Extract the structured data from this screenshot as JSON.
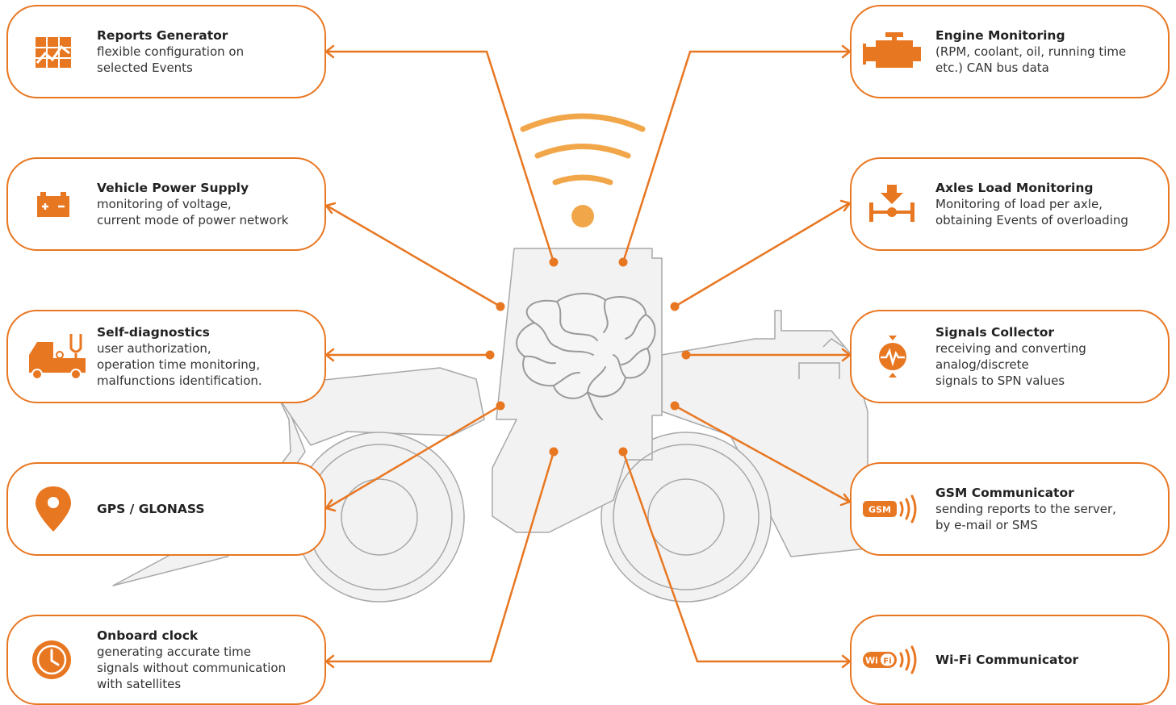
{
  "colors": {
    "accent": "#e87722",
    "wifi_signal": "#f2a64a",
    "silhouette": "#f2f2f2",
    "silhouette_stroke": "#a8a8a8"
  },
  "features": {
    "reports": {
      "title": "Reports Generator",
      "lines": [
        "flexible configuration on",
        "selected Events"
      ],
      "icon": "chart-report-icon"
    },
    "power": {
      "title": "Vehicle Power Supply",
      "lines": [
        "monitoring of voltage,",
        "current mode of power network"
      ],
      "icon": "battery-icon"
    },
    "diagnostics": {
      "title": "Self-diagnostics",
      "lines": [
        "user authorization,",
        "operation time monitoring,",
        "malfunctions identification."
      ],
      "icon": "truck-stethoscope-icon"
    },
    "gps": {
      "title": "GPS / GLONASS",
      "lines": [],
      "icon": "location-pin-icon"
    },
    "clock": {
      "title": "Onboard clock",
      "lines": [
        "generating accurate time",
        "signals without communication",
        "with satellites"
      ],
      "icon": "clock-icon"
    },
    "engine": {
      "title": "Engine Monitoring",
      "lines": [
        "(RPM, coolant, oil, running time",
        "etc.) CAN bus data"
      ],
      "icon": "engine-icon"
    },
    "axles": {
      "title": "Axles Load Monitoring",
      "lines": [
        "Monitoring  of  load per axle,",
        "obtaining  Events of overloading"
      ],
      "icon": "axle-load-icon"
    },
    "signals": {
      "title": "Signals Collector",
      "lines": [
        "receiving and converting",
        "analog/discrete",
        "signals to SPN values"
      ],
      "icon": "signal-converter-icon"
    },
    "gsm": {
      "title": "GSM Communicator",
      "lines": [
        "sending reports to the server,",
        "by e-mail or SMS"
      ],
      "icon": "gsm-icon",
      "badge": "GSM"
    },
    "wifi": {
      "title": "Wi-Fi Communicator",
      "lines": [],
      "icon": "wifi-badge-icon",
      "badge_left": "Wi",
      "badge_right": "Fi"
    }
  }
}
